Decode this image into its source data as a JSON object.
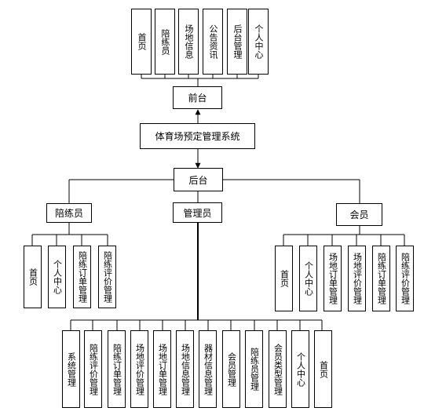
{
  "system": "体育场预定管理系统",
  "frontend": {
    "label": "前台",
    "modules": [
      "首页",
      "陪练员",
      "场地信息",
      "公告资讯",
      "后台管理",
      "个人中心"
    ]
  },
  "backend": {
    "label": "后台",
    "roles": {
      "trainer": {
        "label": "陪练员",
        "modules": [
          "首页",
          "个人中心",
          "陪练订单管理",
          "陪练评价管理"
        ]
      },
      "admin": {
        "label": "管理员",
        "modules": [
          "系统管理",
          "陪练评价管理",
          "陪练订单管理",
          "场地评价管理",
          "场地订单管理",
          "场地信息管理",
          "器材信息管理",
          "会员管理",
          "陪练员管理",
          "会员类型管理",
          "个人中心",
          "首页"
        ]
      },
      "member": {
        "label": "会员",
        "modules": [
          "首页",
          "个人中心",
          "场地订单管理",
          "场地评价管理",
          "陪练订单管理",
          "陪练评价管理"
        ]
      }
    }
  }
}
